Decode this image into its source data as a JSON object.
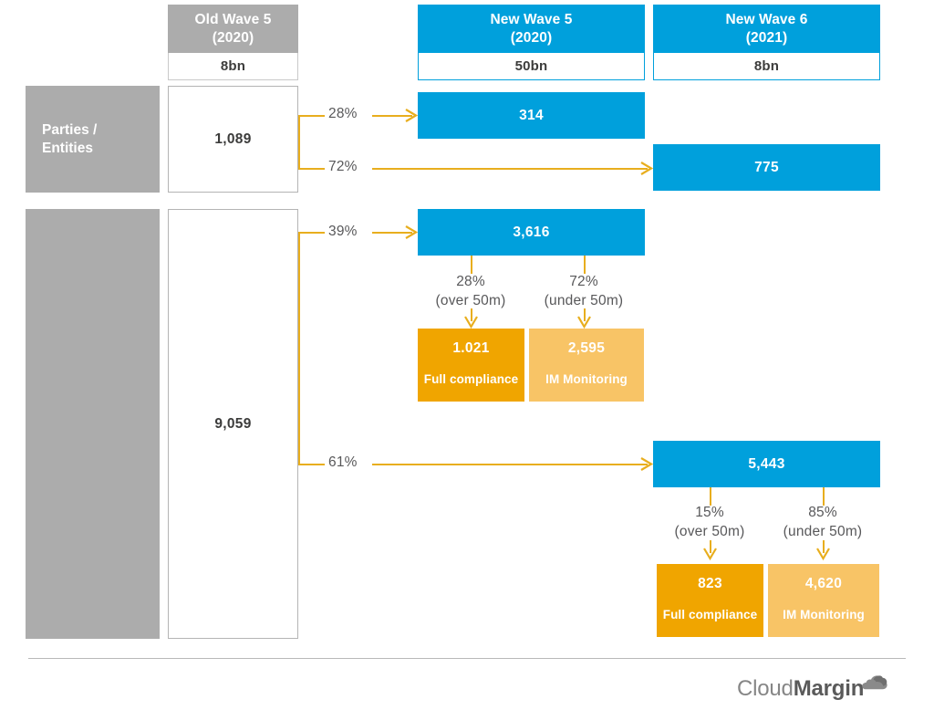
{
  "chart_data": {
    "type": "diagram",
    "title": "",
    "columns": [
      {
        "id": "old_wave_5",
        "title_line1": "Old Wave 5",
        "title_line2": "(2020)",
        "value": "8bn",
        "style": "gray"
      },
      {
        "id": "new_wave_5",
        "title_line1": "New Wave 5",
        "title_line2": "(2020)",
        "value": "50bn",
        "style": "blue"
      },
      {
        "id": "new_wave_6",
        "title_line1": "New Wave 6",
        "title_line2": "(2021)",
        "value": "8bn",
        "style": "blue"
      }
    ],
    "rows": [
      {
        "id": "parties_entities",
        "row_label": "Parties /\nEntities",
        "old_wave_total": "1,089",
        "splits": [
          {
            "pct": "28%",
            "target_column": "new_wave_5",
            "value": "314"
          },
          {
            "pct": "72%",
            "target_column": "new_wave_6",
            "value": "775"
          }
        ]
      },
      {
        "id": "unlabeled_row",
        "row_label": "",
        "old_wave_total": "9,059",
        "splits": [
          {
            "pct": "39%",
            "target_column": "new_wave_5",
            "value": "3,616",
            "sub_splits": [
              {
                "pct": "28%",
                "threshold": "(over 50m)",
                "value": "1.021",
                "label": "Full compliance",
                "shade": "dark"
              },
              {
                "pct": "72%",
                "threshold": "(under 50m)",
                "value": "2,595",
                "label": "IM Monitoring",
                "shade": "light"
              }
            ]
          },
          {
            "pct": "61%",
            "target_column": "new_wave_6",
            "value": "5,443",
            "sub_splits": [
              {
                "pct": "15%",
                "threshold": "(over 50m)",
                "value": "823",
                "label": "Full compliance",
                "shade": "dark"
              },
              {
                "pct": "85%",
                "threshold": "(under 50m)",
                "value": "4,620",
                "label": "IM Monitoring",
                "shade": "light"
              }
            ]
          }
        ]
      }
    ],
    "colors": {
      "blue": "#00a0dc",
      "gray": "#acacac",
      "orange_dark": "#f0a500",
      "orange_light": "#f8c466",
      "connector": "#e8ae1e",
      "text_dark": "#3c3c3b",
      "text_mid": "#58585a"
    }
  },
  "footer": {
    "logo_part_1": "Cloud",
    "logo_part_2": "Margin"
  }
}
